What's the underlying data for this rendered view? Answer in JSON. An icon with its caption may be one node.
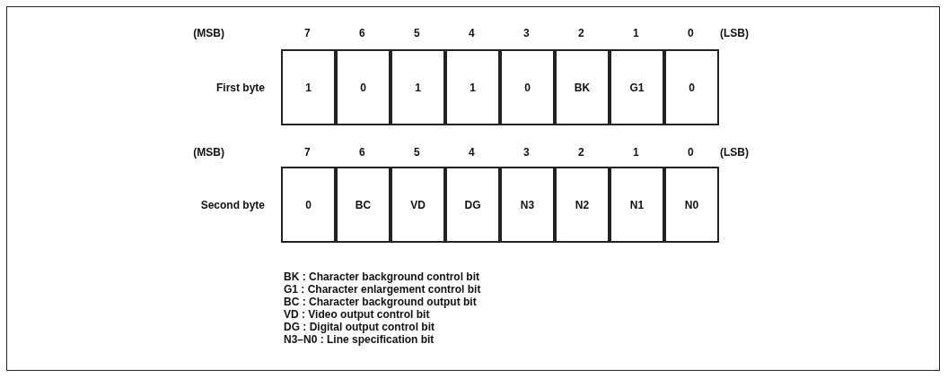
{
  "diagram": {
    "nodes": [
      {
        "text": [
          "1"
        ]
      },
      {
        "text": [
          "0"
        ]
      },
      {
        "text": [
          "1"
        ]
      },
      {
        "text": [
          "1"
        ]
      },
      {
        "text": [
          "0"
        ]
      },
      {
        "text": [
          "BK"
        ]
      },
      {
        "text": [
          "G1"
        ]
      },
      {
        "text": [
          "0"
        ]
      },
      {
        "text": [
          "0"
        ]
      },
      {
        "text": [
          "BC"
        ]
      },
      {
        "text": [
          "VD"
        ]
      },
      {
        "text": [
          "DG"
        ]
      },
      {
        "text": [
          "N3"
        ]
      },
      {
        "text": [
          "N2"
        ]
      },
      {
        "text": [
          "N1"
        ]
      },
      {
        "text": [
          "N0"
        ]
      }
    ],
    "labels": [
      "(MSB)",
      "7",
      "6",
      "5",
      "4",
      "3",
      "2",
      "1",
      "0",
      "(LSB)",
      "First byte",
      "(MSB)",
      "7",
      "6",
      "5",
      "4",
      "3",
      "2",
      "1",
      "0",
      "(LSB)",
      "Second byte",
      "BK : Character background control bit",
      "G1 : Character enlargement control bit",
      "BC : Character background output bit",
      "VD : Video output control bit",
      "DG : Digital output control bit",
      "N3–N0 : Line specification bit"
    ]
  }
}
